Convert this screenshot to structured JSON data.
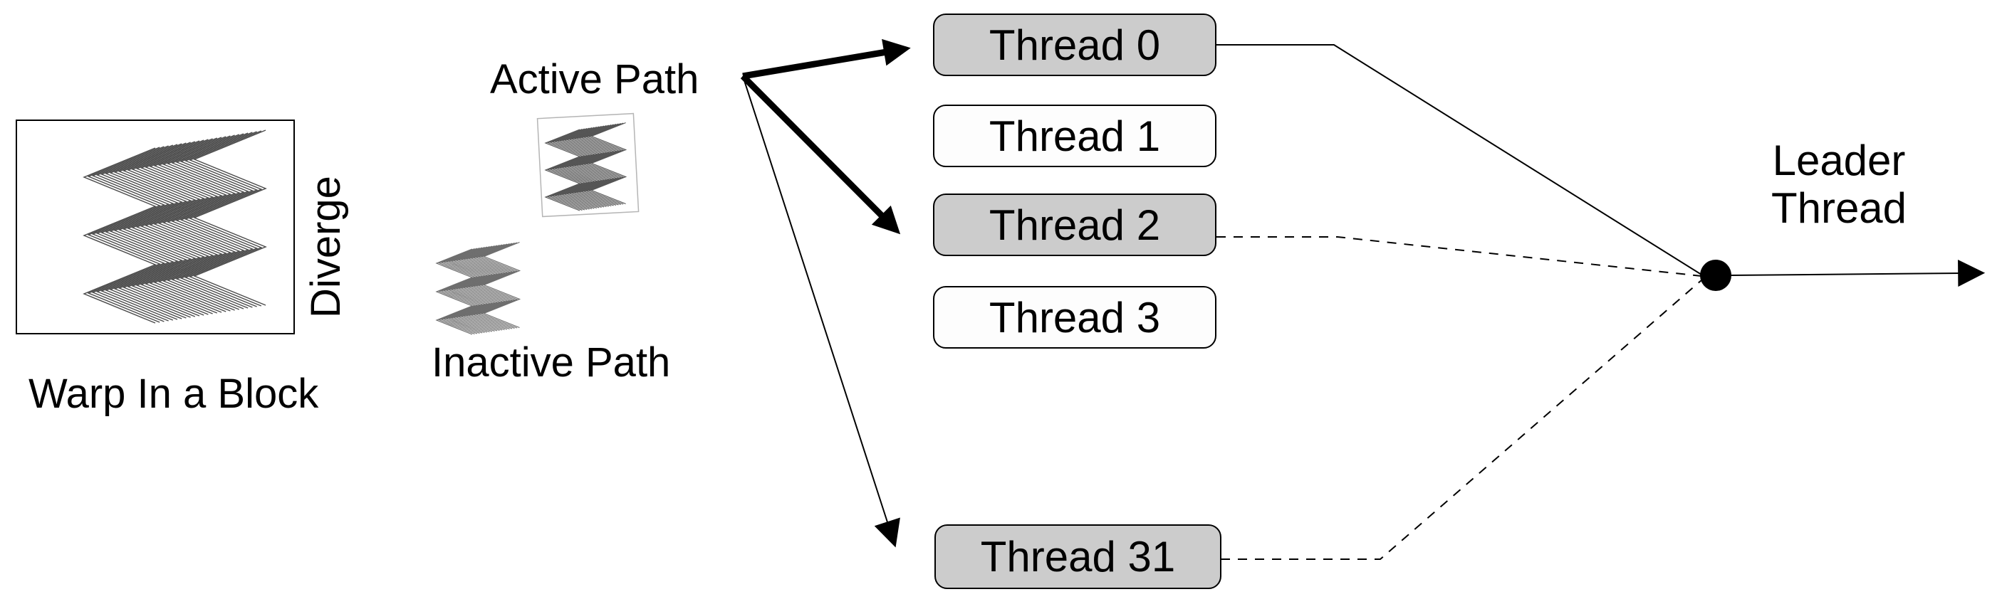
{
  "diagram": {
    "warp_box_label": "Warp In a Block",
    "diverge_label": "Diverge",
    "active_path_label": "Active Path",
    "inactive_path_label": "Inactive Path",
    "leader_thread_label": {
      "line1": "Leader",
      "line2": "Thread"
    },
    "threads": [
      {
        "label": "Thread 0",
        "active": true
      },
      {
        "label": "Thread 1",
        "active": false
      },
      {
        "label": "Thread 2",
        "active": true
      },
      {
        "label": "Thread 3",
        "active": false
      },
      {
        "label": "Thread 31",
        "active": true
      }
    ]
  },
  "colors": {
    "active_thread_fill": "#cccccc",
    "inactive_thread_fill": "#fdfdfd",
    "line": "#000000",
    "warp_pattern_stroke": "#4a4a4a",
    "inactive_pattern_stroke": "#6e6e6e",
    "active_pattern_stroke": "#555555",
    "active_pattern_border": "#b5b5b5"
  }
}
